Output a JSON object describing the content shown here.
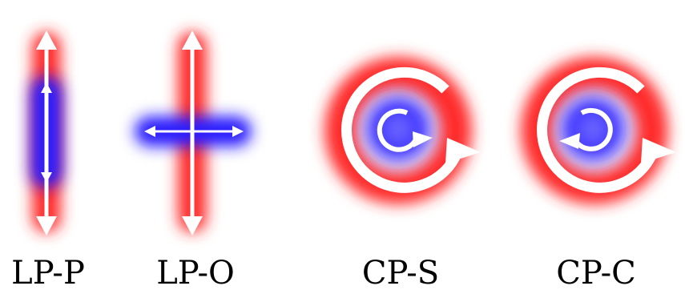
{
  "colors": {
    "outer_glow": "#ff2a2a",
    "inner_glow": "#2b1cff",
    "arrow": "#ffffff",
    "label_text": "#000000"
  },
  "panels": [
    {
      "id": "lp-p",
      "label": "LP-P",
      "polarization": "linear",
      "relation": "parallel"
    },
    {
      "id": "lp-o",
      "label": "LP-O",
      "polarization": "linear",
      "relation": "orthogonal"
    },
    {
      "id": "cp-s",
      "label": "CP-S",
      "polarization": "circular",
      "relation": "same handedness"
    },
    {
      "id": "cp-c",
      "label": "CP-C",
      "polarization": "circular",
      "relation": "counter handedness"
    }
  ]
}
